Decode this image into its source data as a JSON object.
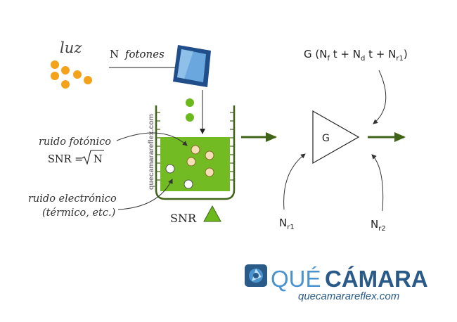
{
  "labels": {
    "luz": "luz",
    "n_prefix": "N",
    "n_italic": "fotones",
    "ruido_fotonico": "ruido fotónico",
    "snr_formula_prefix": "SNR =",
    "snr_formula_radicand": "N",
    "ruido_electronico_1": "ruido electrónico",
    "ruido_electronico_2": "(térmico, etc.)",
    "snr": "SNR",
    "watermark": "quecamarareflex.com",
    "gain": "G",
    "formula": {
      "g": "G (N",
      "f_sub": "f",
      "t1": " t + N",
      "d_sub": "d",
      "t2": " t + N",
      "r1_sub": "r1",
      "close": ")"
    },
    "nr1": {
      "base": "N",
      "sub": "r1"
    },
    "nr2": {
      "base": "N",
      "sub": "r2"
    }
  },
  "logo": {
    "que": "QUÉ",
    "camara": "CÁMARA",
    "url": "quecamarareflex.com"
  },
  "colors": {
    "photon_orange": "#f5a21b",
    "green_dot": "#6cb91e",
    "bucket_fill": "#72bb22",
    "dark_green": "#3f6317",
    "blue_dark": "#1f4e8a",
    "blue_light": "#6aa7df",
    "logo_dark": "#2a5a88",
    "logo_light": "#4a93cf",
    "cream_dot": "#f3e0b4"
  }
}
